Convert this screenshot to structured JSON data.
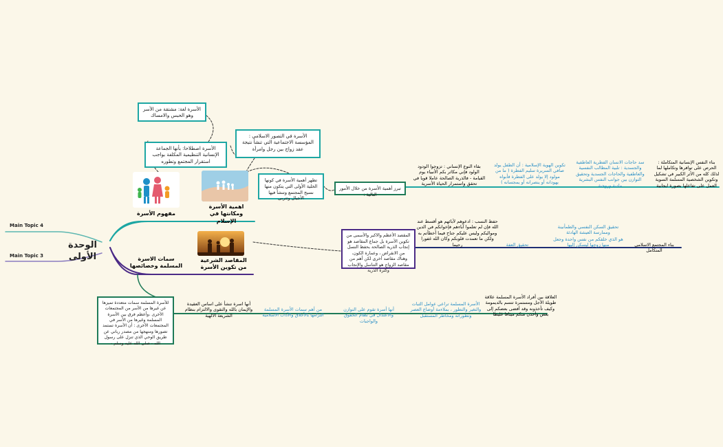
{
  "map": {
    "central": "الوحدة الأولى",
    "side_tags": {
      "top": "Main Topic 4",
      "bottom": "Main Topic 3"
    },
    "branches": {
      "concept": "مفهوم الأسرة",
      "importance": "اهمية الأسرة ومكانتها في الإسلام",
      "objectives": "المقاصد الشرعية من تكوين الأسرة",
      "traits": "سمات الاسرة المسلمة وخصائصها"
    },
    "concept_boxes": {
      "lang": "الأسرة لغة: مشتقة من الأسر وهو الحبس والامساك",
      "term": "الأسرة اصطلاحا: بأنها الجماعة الإنسانية التنظيمية المكلفة بواجب استقرار المجتمع وتطوره",
      "islamic": "الأسرة في التصور الاسلامي : المؤسسة الاجتماعية التي تنشأ نتيجة عقد زواج بين رجل وامرأة"
    },
    "importance_box": "تظهر أهمية الأسرة في كونها الخلية الأولى التي يتكون منها نسيج المجتمع وتنشأ فيها الأجيال وتتربى",
    "importance_hub": "تبرز أهمية الأسرة من خلال الأمور التالية :",
    "importance_items": {
      "i1": "بقاء النوع الإنساني : تزوجوا الودود الولود فإني مكاثر بكم الأنبياء يوم القيامة - فالذرية الصالحة عاملا قويا في تحقق واستمرار الحياة الأسرية",
      "i2": "تكوين الهوية الإسلامية : أن الطفل يولد صافي السريرة سليم الفطرة ( ما من مولود إلا يولد على الفطرة فأبواه يهودانه أو ينصرانه أو يمجسانه )",
      "i3": "سد حاجات الانسان الفطرية العاطفية والجسدية : تلبية المطالب النفسية والعاطفية والحاجات الجسدية وتحقيق التوازن بين جوانب النفس البشرية مادية وروحية",
      "i4": "بناء النفس الإنسانية المتكاملة : الحرص على توافرها وتكاملها لما لذلك كله من الأثر الكبير في تشكيل وتكوين الشخصية المسلمة السوية العمل على تفاعلها بصورة ايجابية"
    },
    "objectives_box": "المقصد الأعظم والاكبر والأسمى من تكوين الأسرة بل جماع المقاصد هو إنجاب الذرية الصالحة بحفظ النسل من الانقراض ، وعمارة الكون، وهناك مقاصد أخرى لكن أهم من مقاصد الزواج هو التناسل والإنجاب وكثرة الذرية",
    "objectives_items": {
      "chastity_title": "تحقيق العفة",
      "chastity_verse": "حفظ النسب : ادعوهم لآبائهم هو أقسط عند الله فإن لم تعلموا آباءهم فإخوانكم في الدين ومواليكم وليس عليكم جناح فيما أخطأتم به ولكن ما تعمدت قلوبكم وكان الله غفورا رحيما",
      "calm": "تحقيق السكن النفسي والطمأنينة وممارسة العيشة الهادئة",
      "verse": "هو الذي خلقكم من نفس واحدة وجعل منها زوجها ليسكن إليها",
      "society": "بناء المجتمع الاسلامي المتكامل"
    },
    "traits_box": "للأسرة المسلمة سمات متعددة تميزها عن غيرها من الأسر من المجتمعات الأخرى ،وأعظم فرق بين الأسرة المسلمة وغيرها من الأسر في المجتمعات الأخرى : أن الأسرة تستمد تصورها ومنهجها من مصدر رباني عن طريق الوحي الذي تنزل على رسول الله - صلى الله عليه وسلم -",
    "traits_items": {
      "t1": "أنها اسرة تنشأ على اساس العقيدة والإيمان بالله والتقوى والالتزام بنظام الشريعة الالهية",
      "t2": "من أهم سمات الأسرة المسلمة التزامها بالأخلاق والآداب الاسلامية",
      "t3": "أنها أسرة تقوم على التوازن والاعتدال في نظام الحقوق والواجبات",
      "t4": "الأسرة المسلمة تراعي عوامل الثبات والتغير والتطور ، بملاءمة أوضاع العصر وتطوراته ومخاطر المستقبل",
      "t5": "العلاقة بين أفراد الأسرة المسلمة علاقة طويلة الأجل ومستمرة تتسم بالديمومة وكيف تأخذونه وقد أفضى بعضكم إلى بعض وأخذن منكم ميثاقا غليظا"
    },
    "colors": {
      "teal": "#1ca6a3",
      "dark_green": "#1d7a57",
      "purple": "#4b2a86",
      "link_blue": "#2a8fc6",
      "background": "#fbf7e9"
    }
  }
}
